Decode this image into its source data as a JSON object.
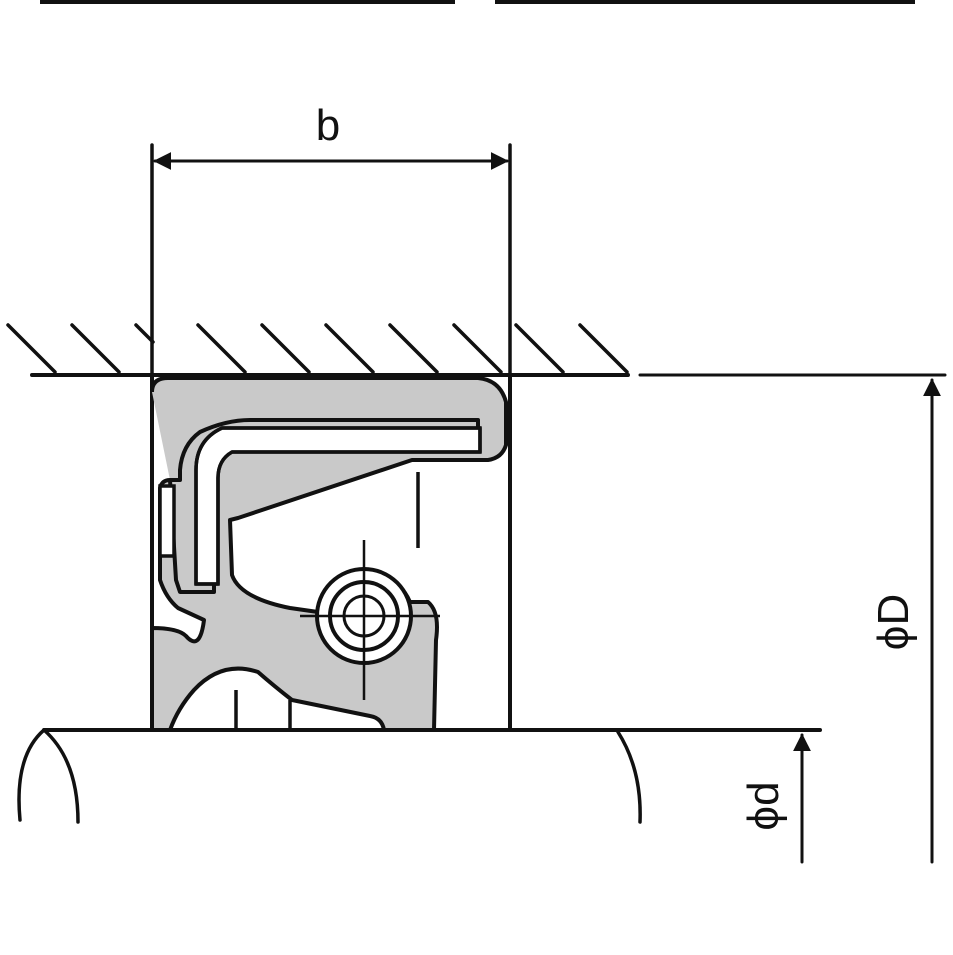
{
  "labels": {
    "width": "b",
    "outer_diameter": "ϕD",
    "shaft_diameter": "ϕd"
  },
  "colors": {
    "ink": "#111111",
    "seal_fill": "#c9c9c9",
    "background": "#ffffff"
  }
}
